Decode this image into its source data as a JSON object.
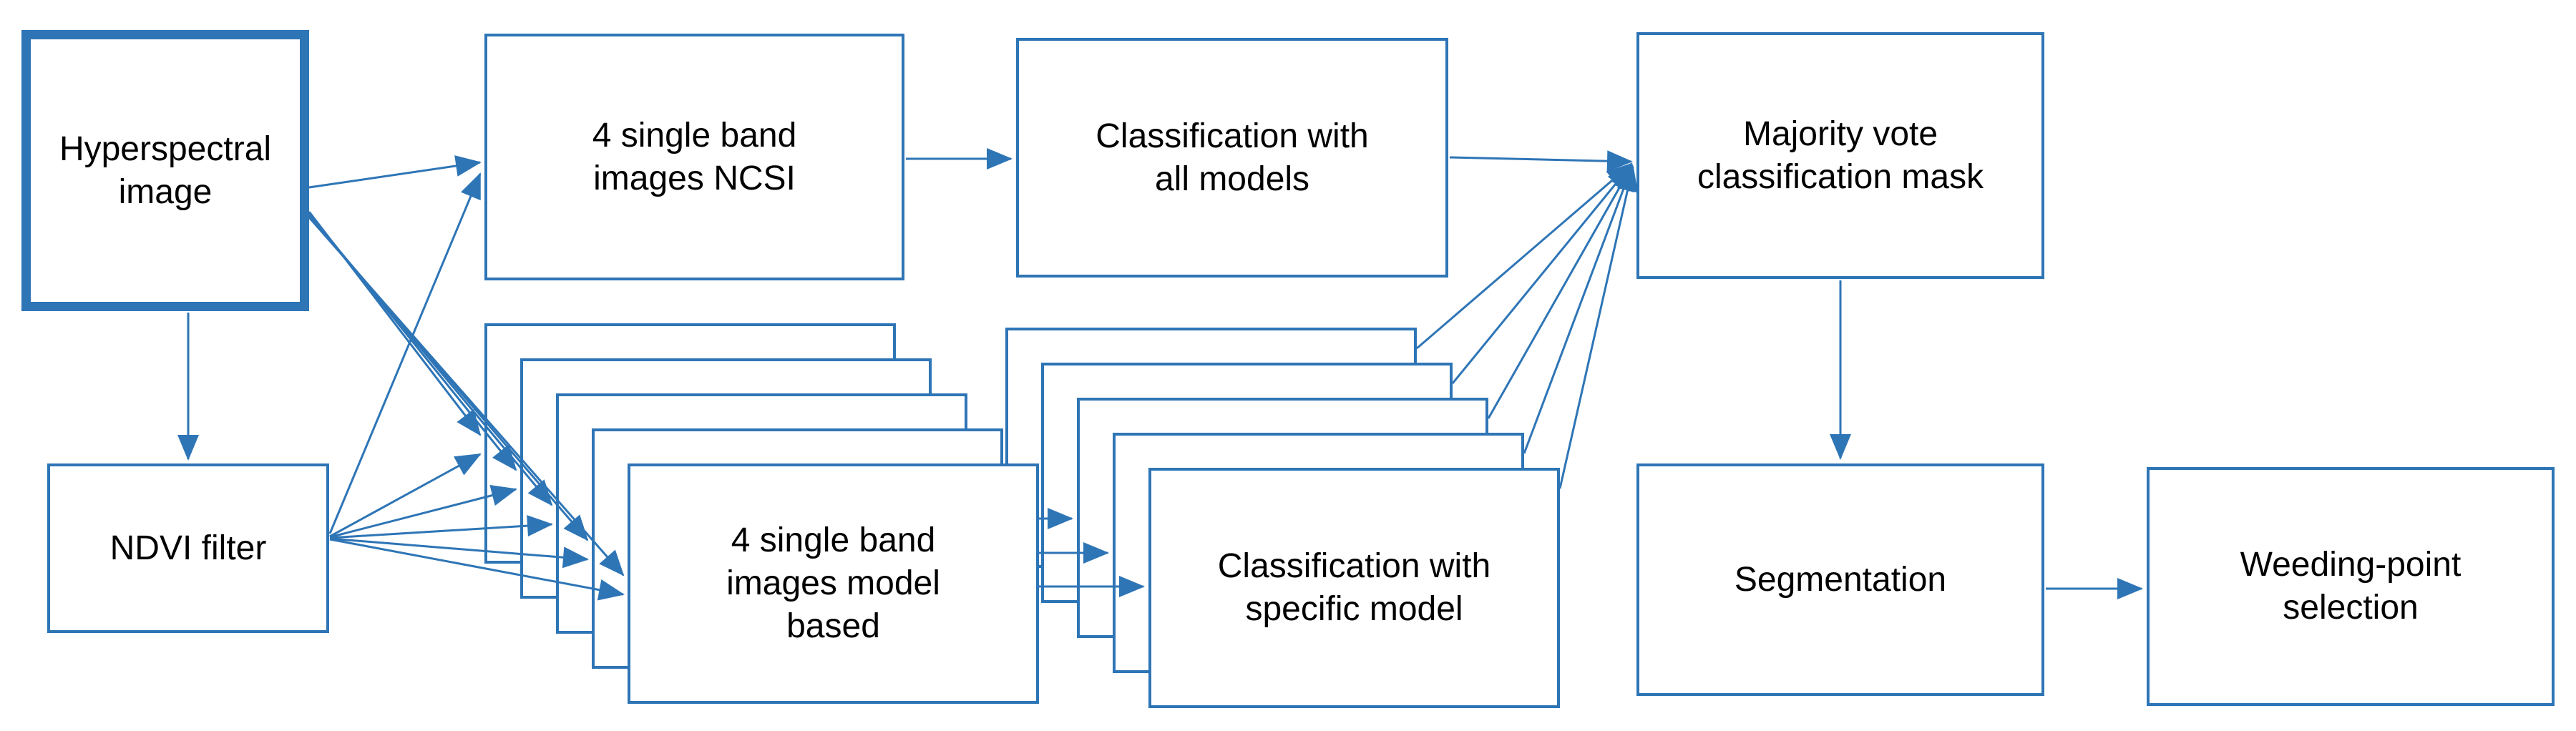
{
  "diagram": {
    "type": "flowchart",
    "background_color": "#ffffff",
    "stroke_color": "#2E75B6",
    "text_color": "#000000",
    "nodes": {
      "hyperspectral": {
        "label": "Hyperspectral image",
        "shape": "rectangle-thick-border"
      },
      "ndvi": {
        "label": "NDVI filter",
        "shape": "rectangle"
      },
      "ncsi": {
        "label": "4 single band images NCSI",
        "shape": "rectangle"
      },
      "clf_all": {
        "label": "Classification with all models",
        "shape": "rectangle"
      },
      "majority": {
        "label": "Majority vote classification mask",
        "shape": "rectangle"
      },
      "stack1": {
        "label": "4 single band images model based",
        "shape": "stacked-rectangles",
        "layers": 5
      },
      "stack2": {
        "label": "Classification with specific model",
        "shape": "stacked-rectangles",
        "layers": 5
      },
      "segmentation": {
        "label": "Segmentation",
        "shape": "rectangle"
      },
      "weeding": {
        "label": "Weeding-point selection",
        "shape": "rectangle"
      }
    },
    "edges": [
      {
        "from": "hyperspectral",
        "to": "ndvi"
      },
      {
        "from": "hyperspectral",
        "to": "ncsi"
      },
      {
        "from": "hyperspectral",
        "to": "stack1",
        "layer": 1
      },
      {
        "from": "hyperspectral",
        "to": "stack1",
        "layer": 2
      },
      {
        "from": "hyperspectral",
        "to": "stack1",
        "layer": 3
      },
      {
        "from": "hyperspectral",
        "to": "stack1",
        "layer": 4
      },
      {
        "from": "hyperspectral",
        "to": "stack1",
        "layer": 5
      },
      {
        "from": "ndvi",
        "to": "ncsi"
      },
      {
        "from": "ndvi",
        "to": "stack1",
        "layer": 1
      },
      {
        "from": "ndvi",
        "to": "stack1",
        "layer": 2
      },
      {
        "from": "ndvi",
        "to": "stack1",
        "layer": 3
      },
      {
        "from": "ndvi",
        "to": "stack1",
        "layer": 4
      },
      {
        "from": "ndvi",
        "to": "stack1",
        "layer": 5
      },
      {
        "from": "ncsi",
        "to": "clf_all"
      },
      {
        "from": "clf_all",
        "to": "majority"
      },
      {
        "from": "stack1",
        "to": "stack2",
        "layer": 3
      },
      {
        "from": "stack1",
        "to": "stack2",
        "layer": 4
      },
      {
        "from": "stack1",
        "to": "stack2",
        "layer": 5
      },
      {
        "from": "stack2",
        "to": "majority",
        "layer": 1
      },
      {
        "from": "stack2",
        "to": "majority",
        "layer": 2
      },
      {
        "from": "stack2",
        "to": "majority",
        "layer": 3
      },
      {
        "from": "stack2",
        "to": "majority",
        "layer": 4
      },
      {
        "from": "stack2",
        "to": "majority",
        "layer": 5
      },
      {
        "from": "majority",
        "to": "segmentation"
      },
      {
        "from": "segmentation",
        "to": "weeding"
      }
    ]
  }
}
